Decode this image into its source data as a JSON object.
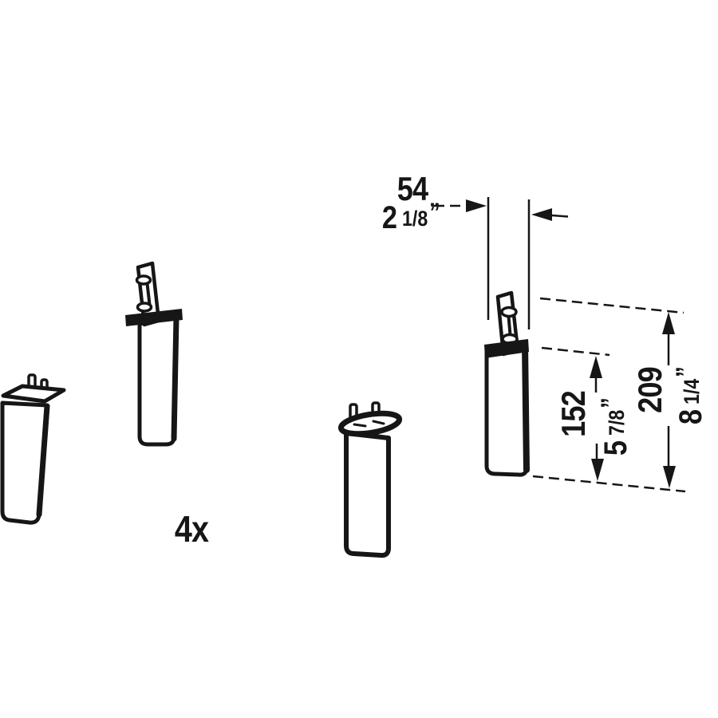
{
  "quantity_label": "4x",
  "dims": {
    "width": {
      "mm": "54",
      "in_whole": "2",
      "in_frac": "1/8",
      "mark": "”"
    },
    "body": {
      "mm": "152",
      "in_whole": "5",
      "in_frac": "7/8",
      "mark": "”"
    },
    "overall": {
      "mm": "209",
      "in_whole": "8",
      "in_frac": "1/4",
      "mark": "”"
    }
  },
  "colors": {
    "ink": "#161616",
    "background": "#ffffff"
  }
}
